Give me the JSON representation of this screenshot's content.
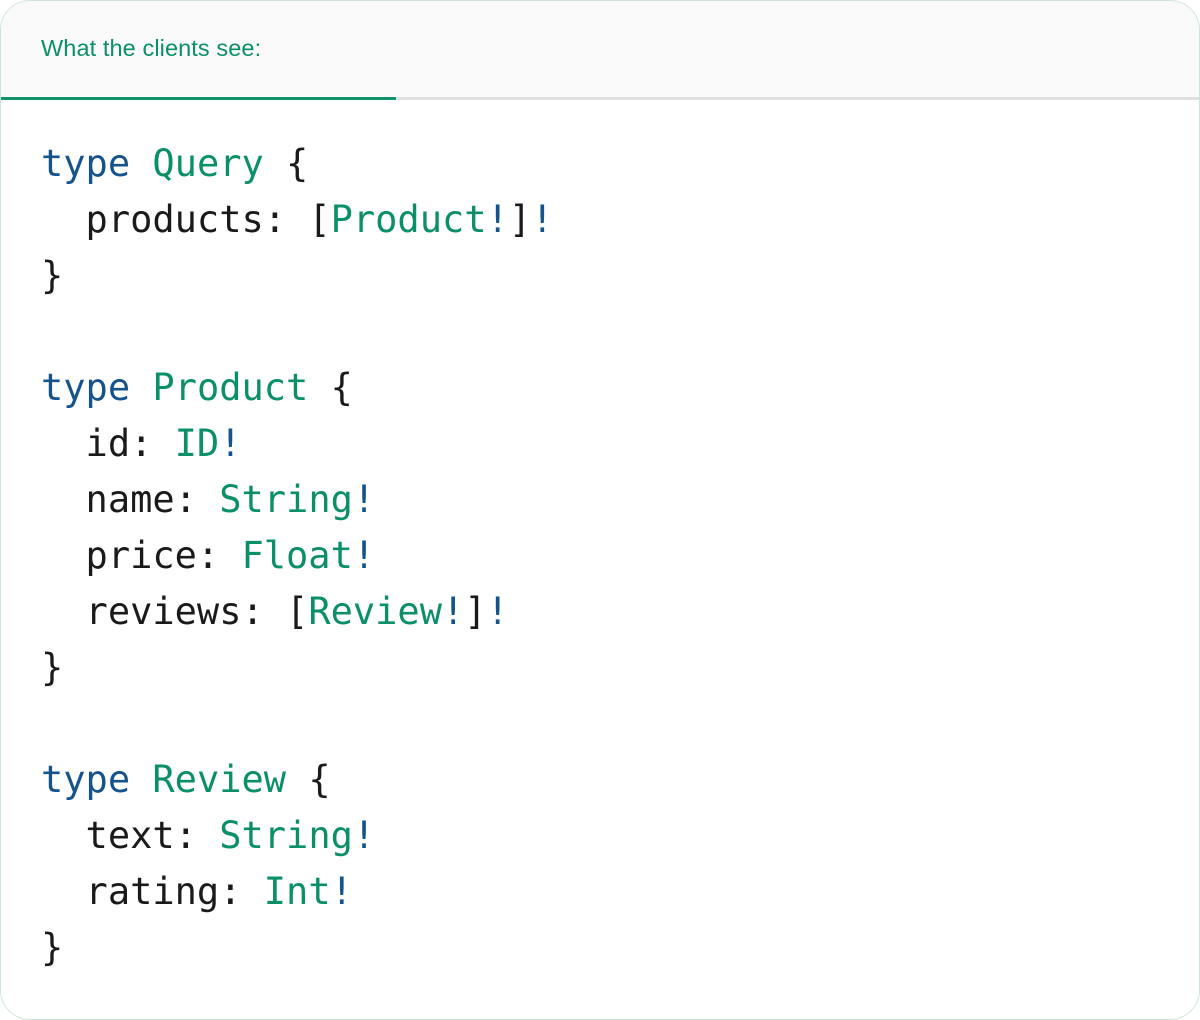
{
  "card": {
    "accent_green": "#0a8f68",
    "accent_blue": "#15538c",
    "text_color": "#1a1a1a",
    "header_bg": "#fafafa",
    "body_bg": "#ffffff",
    "divider_color": "#e0e0e2"
  },
  "header": {
    "tabs": [
      {
        "label": "What the clients see:",
        "active": true
      }
    ]
  },
  "code": {
    "language": "graphql",
    "text": "type Query {\n  products: [Product!]!\n}\n\ntype Product {\n  id: ID!\n  name: String!\n  price: Float!\n  reviews: [Review!]!\n}\n\ntype Review {\n  text: String!\n  rating: Int!\n}",
    "lines": [
      {
        "tokens": [
          {
            "t": "type",
            "c": "kw"
          },
          {
            "t": " ",
            "c": "pun"
          },
          {
            "t": "Query",
            "c": "type"
          },
          {
            "t": " {",
            "c": "pun"
          }
        ]
      },
      {
        "tokens": [
          {
            "t": "  products: ",
            "c": "fld"
          },
          {
            "t": "[",
            "c": "pun"
          },
          {
            "t": "Product",
            "c": "type"
          },
          {
            "t": "!",
            "c": "bang"
          },
          {
            "t": "]",
            "c": "pun"
          },
          {
            "t": "!",
            "c": "bang"
          }
        ]
      },
      {
        "tokens": [
          {
            "t": "}",
            "c": "pun"
          }
        ]
      },
      {
        "tokens": []
      },
      {
        "tokens": [
          {
            "t": "type",
            "c": "kw"
          },
          {
            "t": " ",
            "c": "pun"
          },
          {
            "t": "Product",
            "c": "type"
          },
          {
            "t": " {",
            "c": "pun"
          }
        ]
      },
      {
        "tokens": [
          {
            "t": "  id: ",
            "c": "fld"
          },
          {
            "t": "ID",
            "c": "type"
          },
          {
            "t": "!",
            "c": "bang"
          }
        ]
      },
      {
        "tokens": [
          {
            "t": "  name: ",
            "c": "fld"
          },
          {
            "t": "String",
            "c": "type"
          },
          {
            "t": "!",
            "c": "bang"
          }
        ]
      },
      {
        "tokens": [
          {
            "t": "  price: ",
            "c": "fld"
          },
          {
            "t": "Float",
            "c": "type"
          },
          {
            "t": "!",
            "c": "bang"
          }
        ]
      },
      {
        "tokens": [
          {
            "t": "  reviews: ",
            "c": "fld"
          },
          {
            "t": "[",
            "c": "pun"
          },
          {
            "t": "Review",
            "c": "type"
          },
          {
            "t": "!",
            "c": "bang"
          },
          {
            "t": "]",
            "c": "pun"
          },
          {
            "t": "!",
            "c": "bang"
          }
        ]
      },
      {
        "tokens": [
          {
            "t": "}",
            "c": "pun"
          }
        ]
      },
      {
        "tokens": []
      },
      {
        "tokens": [
          {
            "t": "type",
            "c": "kw"
          },
          {
            "t": " ",
            "c": "pun"
          },
          {
            "t": "Review",
            "c": "type"
          },
          {
            "t": " {",
            "c": "pun"
          }
        ]
      },
      {
        "tokens": [
          {
            "t": "  text: ",
            "c": "fld"
          },
          {
            "t": "String",
            "c": "type"
          },
          {
            "t": "!",
            "c": "bang"
          }
        ]
      },
      {
        "tokens": [
          {
            "t": "  rating: ",
            "c": "fld"
          },
          {
            "t": "Int",
            "c": "type"
          },
          {
            "t": "!",
            "c": "bang"
          }
        ]
      },
      {
        "tokens": [
          {
            "t": "}",
            "c": "pun"
          }
        ]
      }
    ]
  }
}
